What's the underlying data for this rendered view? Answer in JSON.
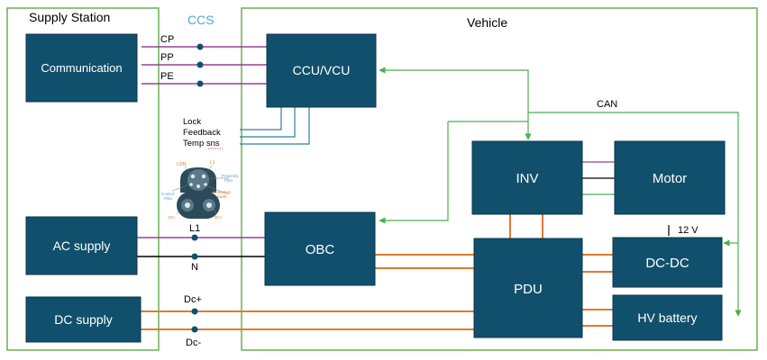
{
  "regions": {
    "supply_station": "Supply Station",
    "ccs": "CCS",
    "vehicle": "Vehicle"
  },
  "blocks": {
    "communication": "Communication",
    "ccu_vcu": "CCU/VCU",
    "ac_supply": "AC supply",
    "dc_supply": "DC supply",
    "inv": "INV",
    "motor": "Motor",
    "obc": "OBC",
    "pdu": "PDU",
    "dc_dc": "DC-DC",
    "hv_battery": "HV battery"
  },
  "signals": {
    "cp": "CP",
    "pp": "PP",
    "pe": "PE",
    "lock": "Lock",
    "feedback": "Feedback",
    "temp_sns": "Temp sns",
    "l1": "L1",
    "n": "N",
    "dc_plus": "Dc+",
    "dc_minus": "Dc-",
    "can": "CAN",
    "twelve_v": "12 V"
  },
  "connector_labels": {
    "l2n": "L2/N",
    "l1": "L1",
    "proximity": "Proximity",
    "pilot_p": "Pilot",
    "control": "Control",
    "pilot_c": "Pilot",
    "protective": "Protective",
    "earth": "Earth",
    "dc_minus": "DC-",
    "dc_plus": "DC+"
  },
  "colors": {
    "region_border": "#6ab04c",
    "block_fill": "#11506c",
    "block_border": "#0b3549",
    "signal_line": "#9b3f95",
    "can_line": "#4caf50",
    "power_line": "#e07a2e",
    "sensor_line": "#2f7fa5",
    "ccs_text": "#4aa8d8",
    "connector": "#2c4a5a"
  }
}
